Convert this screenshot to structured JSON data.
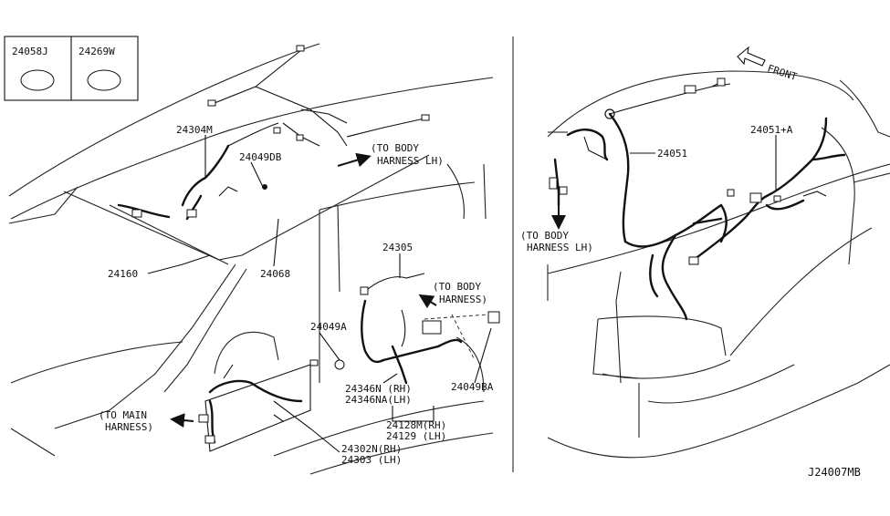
{
  "legend": {
    "items": [
      {
        "code": "24058J"
      },
      {
        "code": "24269W"
      }
    ]
  },
  "left_view": {
    "labels": {
      "p24304M": "24304M",
      "p24049DB": "24049DB",
      "to_body_lh_1": "(TO BODY",
      "to_body_lh_2": "HARNESS LH)",
      "p24160": "24160",
      "p24068": "24068",
      "p24305": "24305",
      "to_body_1": "(TO BODY",
      "to_body_2": "HARNESS)",
      "p24049A": "24049A",
      "p24346N": "24346N (RH)",
      "p24346NA": "24346NA(LH)",
      "p24049BA": "24049BA",
      "to_main_1": "(TO MAIN",
      "to_main_2": "HARNESS)",
      "p24128M": "24128M(RH)",
      "p24129": "24129 (LH)",
      "p24302N": "24302N(RH)",
      "p24303": "24303 (LH)"
    }
  },
  "right_view": {
    "labels": {
      "front": "FRONT",
      "p24051": "24051",
      "p24051A": "24051+A",
      "to_body_lh_1": "(TO BODY",
      "to_body_lh_2": "HARNESS LH)"
    }
  },
  "diagram_id": "J24007MB"
}
